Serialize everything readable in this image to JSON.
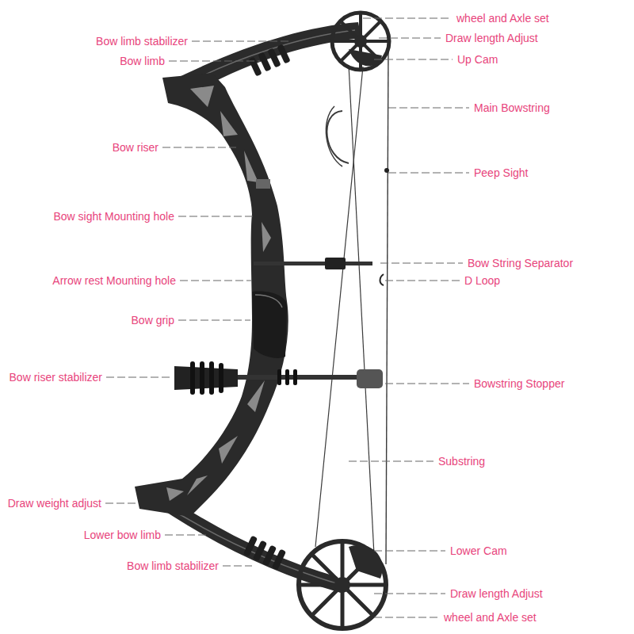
{
  "diagram": {
    "labels": [
      "wheel and Axle set",
      "Bow limb stabilizer",
      "Draw length Adjust",
      "Bow limb",
      "Up Cam",
      "Main Bowstring",
      "Bow riser",
      "Peep Sight",
      "Bow sight Mounting hole",
      "Bow String Separator",
      "Arrow rest Mounting hole",
      "D Loop",
      "Bow grip",
      "Bow riser stabilizer",
      "Bowstring Stopper",
      "Substring",
      "Draw weight adjust",
      "Lower bow limb",
      "Lower Cam",
      "Bow limb stabilizer",
      "Draw length Adjust",
      "wheel and Axle set"
    ]
  }
}
